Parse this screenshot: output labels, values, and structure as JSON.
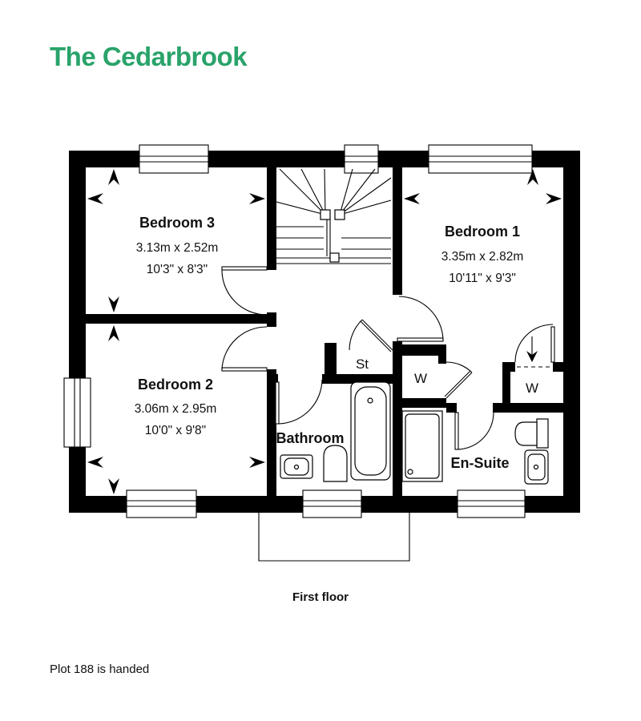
{
  "title": "The Cedarbrook",
  "colors": {
    "accent": "#29a36a",
    "walls": "#000000",
    "text": "#111111"
  },
  "plan": {
    "floor_label": "First floor",
    "plot_note": "Plot 188 is handed",
    "rooms": {
      "bedroom3": {
        "name": "Bedroom 3",
        "metric": "3.13m x 2.52m",
        "imperial": "10'3\" x 8'3\""
      },
      "bedroom2": {
        "name": "Bedroom 2",
        "metric": "3.06m x 2.95m",
        "imperial": "10'0\" x 9'8\""
      },
      "bedroom1": {
        "name": "Bedroom 1",
        "metric": "3.35m x 2.82m",
        "imperial": "10'11\" x 9'3\""
      },
      "bathroom": {
        "name": "Bathroom"
      },
      "ensuite": {
        "name": "En-Suite"
      },
      "storage": {
        "name": "St"
      },
      "wardrobe_left": {
        "name": "W"
      },
      "wardrobe_right": {
        "name": "W"
      }
    }
  }
}
